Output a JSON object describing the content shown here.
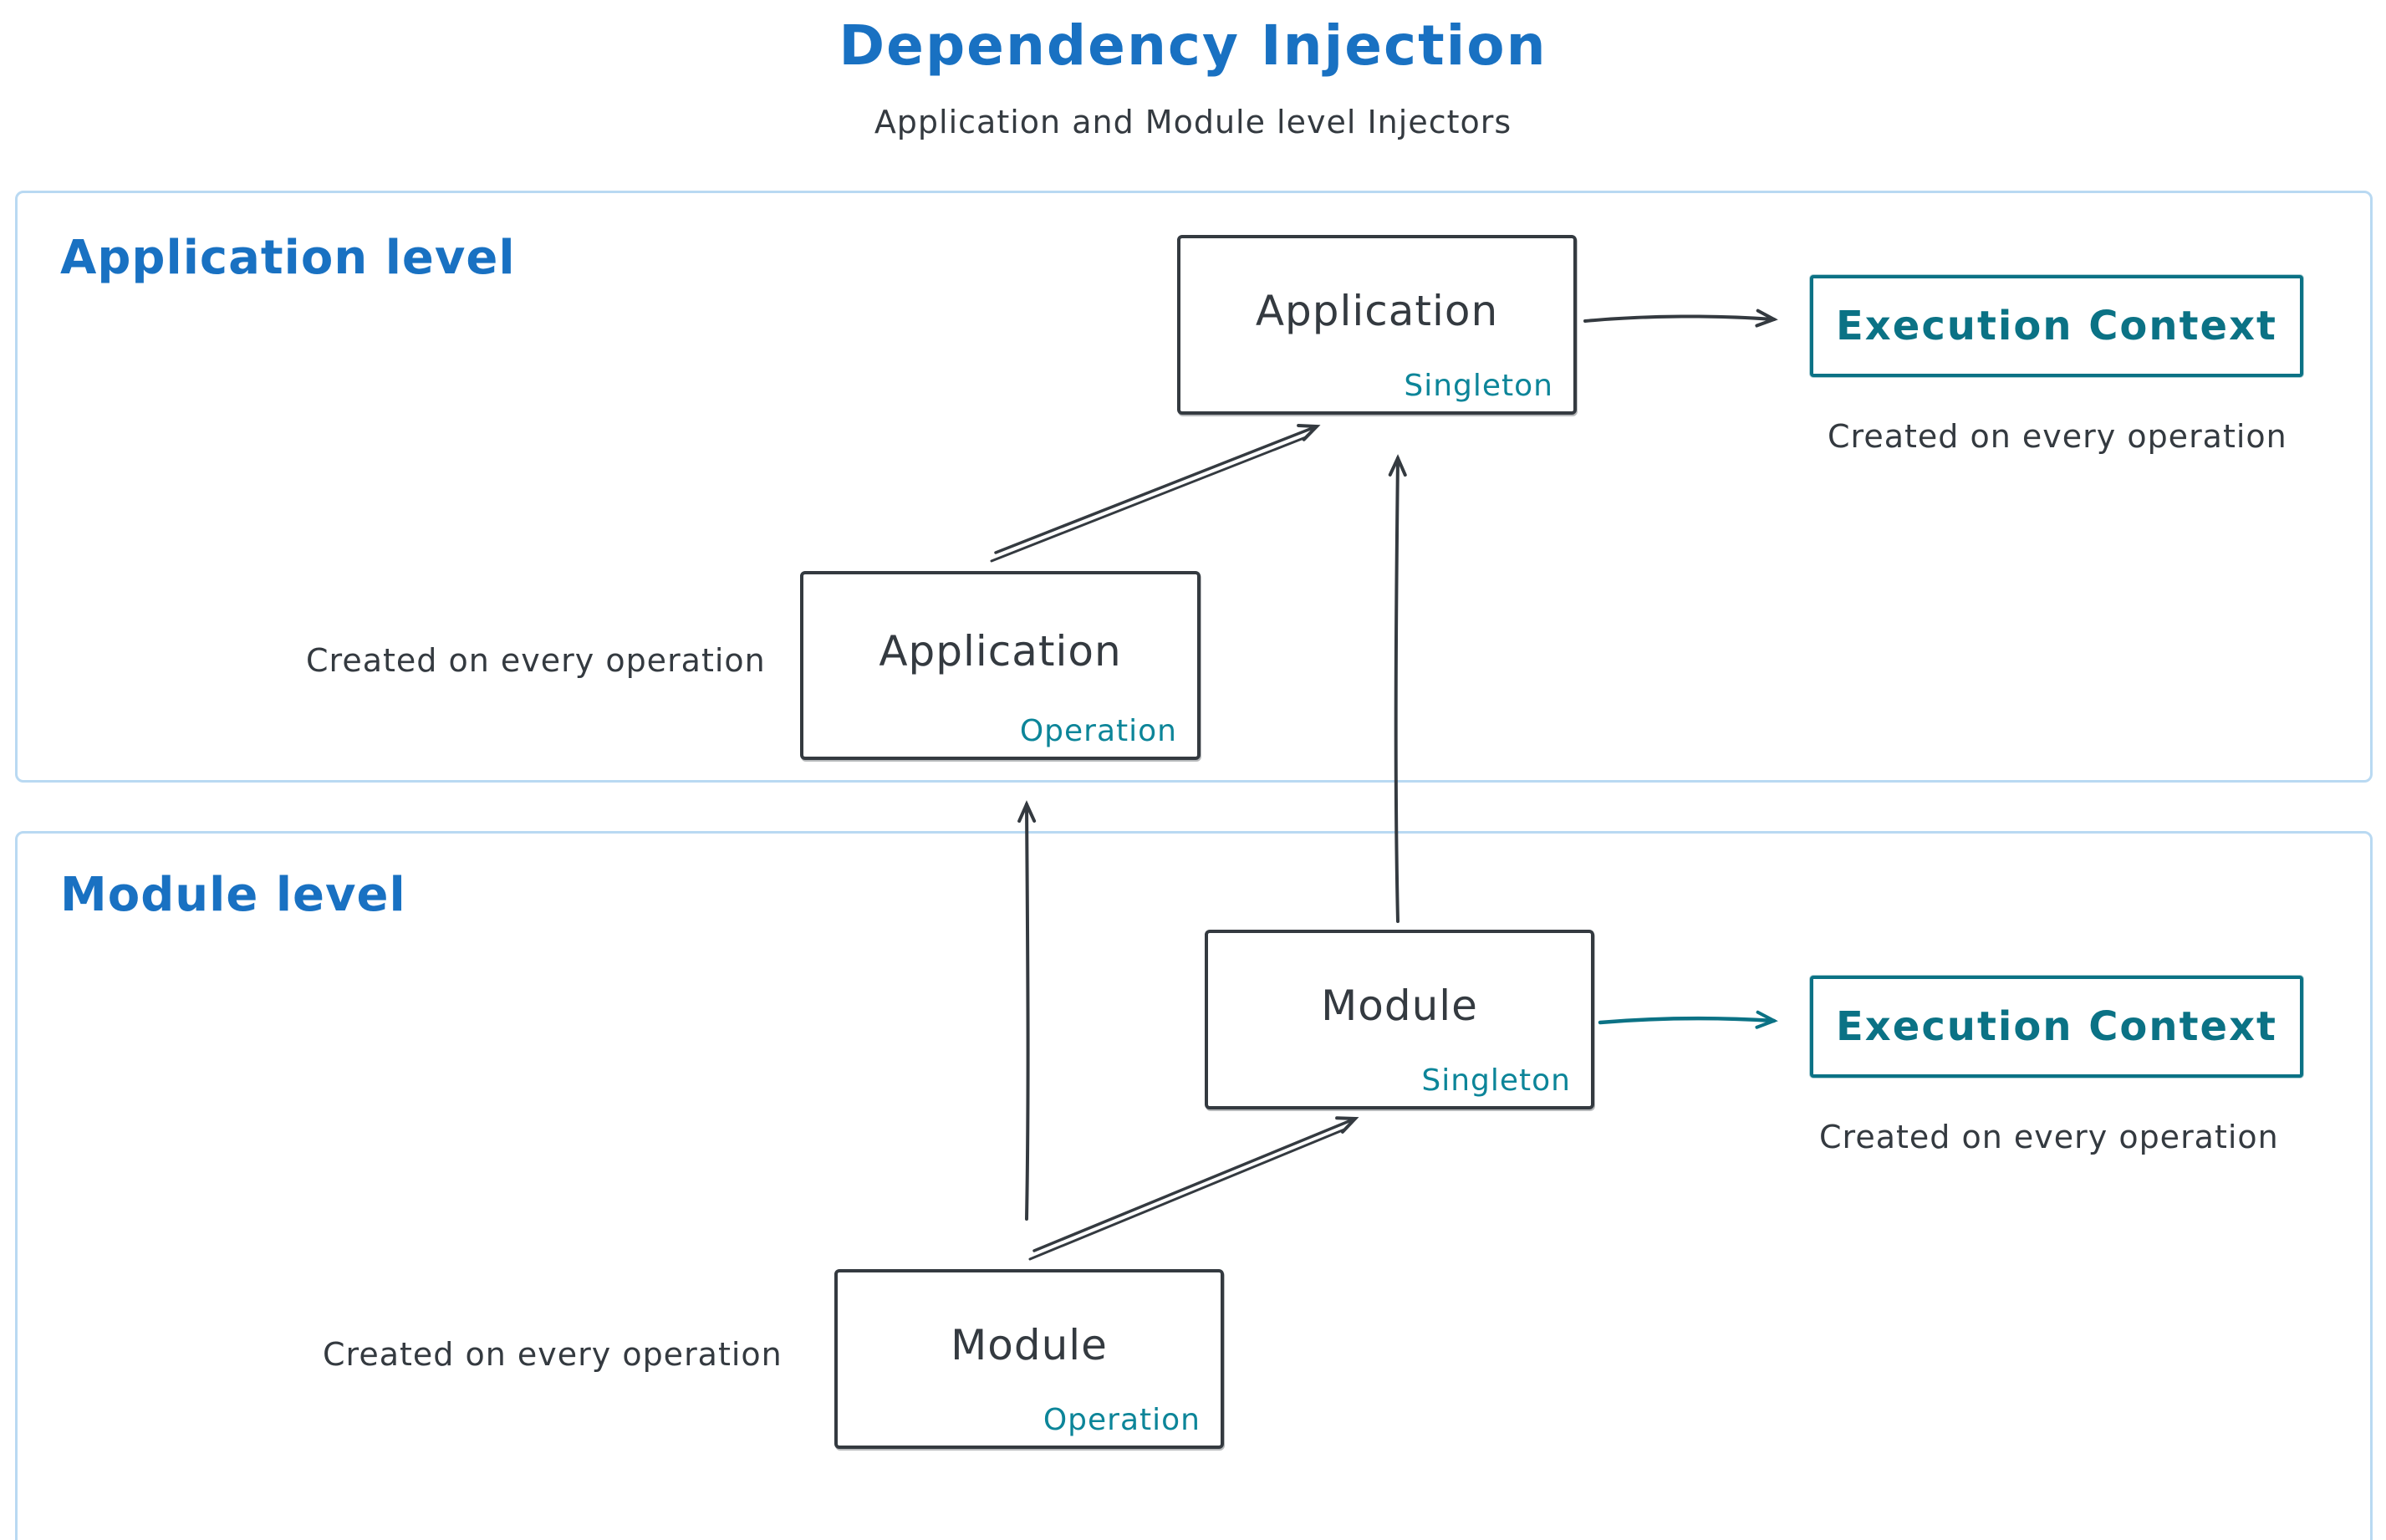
{
  "title": "Dependency Injection",
  "subtitle": "Application and Module level Injectors",
  "colors": {
    "title_blue": "#1971c2",
    "ink": "#343a40",
    "tag_teal": "#0c8599",
    "execution_teal": "#0b7285",
    "frame_blue": "#b9d9f2"
  },
  "app_level": {
    "label": "Application level",
    "singleton_box": {
      "title": "Application",
      "tag": "Singleton"
    },
    "operation_box": {
      "title": "Application",
      "tag": "Operation"
    },
    "execution_box": {
      "label": "Execution Context"
    },
    "execution_note": "Created on every operation",
    "operation_note": "Created on every operation"
  },
  "module_level": {
    "label": "Module level",
    "singleton_box": {
      "title": "Module",
      "tag": "Singleton"
    },
    "operation_box": {
      "title": "Module",
      "tag": "Operation"
    },
    "execution_box": {
      "label": "Execution Context"
    },
    "execution_note": "Created on every operation",
    "operation_note": "Created on every operation"
  }
}
